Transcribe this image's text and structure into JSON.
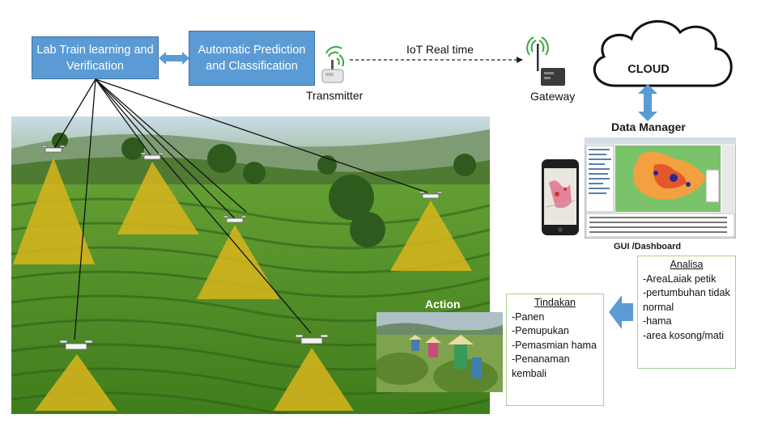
{
  "boxes": {
    "lab_train": "Lab Train learning and Verification",
    "auto_pred": "Automatic Prediction and Classification"
  },
  "labels": {
    "transmitter": "Transmitter",
    "iot": "IoT Real time",
    "gateway": "Gateway",
    "cloud": "CLOUD",
    "data_manager": "Data Manager",
    "gui": "GUI /Dashboard",
    "action": "Action"
  },
  "analisa": {
    "title": "Analisa",
    "items": [
      "-AreaLaiak petik",
      "-pertumbuhan tidak normal",
      "-hama",
      "-area kosong/mati"
    ]
  },
  "tindakan": {
    "title": "Tindakan",
    "items": [
      "-Panen",
      "-Pemupukan",
      "-Pemasmian hama",
      "-Penanaman kembali"
    ]
  },
  "colors": {
    "box_blue": "#5b9bd5",
    "arrow_blue": "#5b9bd5",
    "cone": "#d9b51c",
    "frame_green": "#a9d08e"
  }
}
